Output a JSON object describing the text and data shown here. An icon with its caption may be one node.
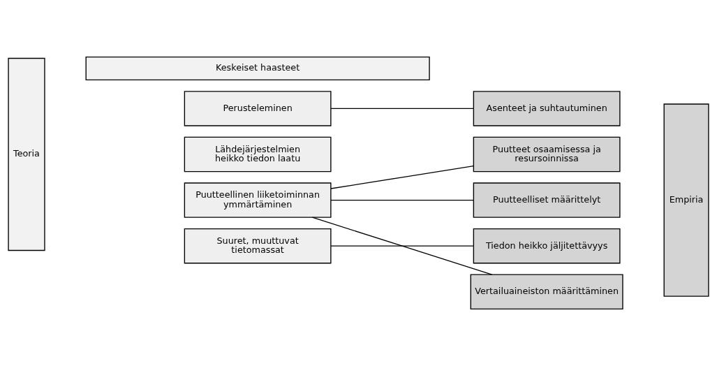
{
  "diagram": {
    "nodes": [
      {
        "text": [
          "Keskeiset haasteet"
        ]
      },
      {
        "text": [
          "Teoria"
        ]
      },
      {
        "text": [
          "Perusteleminen"
        ]
      },
      {
        "text": [
          "Lähdejärjestelmien heikko tiedon laatu"
        ]
      },
      {
        "text": [
          "Puutteellinen liiketoiminnan ymmärtäminen"
        ]
      },
      {
        "text": [
          "Suuret, muuttuvat tietomassat"
        ]
      },
      {
        "text": [
          "Asenteet ja suhtautuminen"
        ]
      },
      {
        "text": [
          "Puutteet osaamisessa ja resursoinnissa"
        ]
      },
      {
        "text": [
          "Puutteelliset määrittelyt"
        ]
      },
      {
        "text": [
          "Tiedon heikko jäljitettävyys"
        ]
      },
      {
        "text": [
          "Vertailuaineiston määrittäminen"
        ]
      },
      {
        "text": [
          "Empiria"
        ]
      }
    ],
    "edges": [
      {
        "from": 2,
        "to": 6,
        "arrow": "none"
      },
      {
        "from": 4,
        "to": 7,
        "arrow": "none"
      },
      {
        "from": 4,
        "to": 8,
        "arrow": "none"
      },
      {
        "from": 4,
        "to": 10,
        "arrow": "none"
      },
      {
        "from": 5,
        "to": 9,
        "arrow": "none"
      }
    ]
  }
}
